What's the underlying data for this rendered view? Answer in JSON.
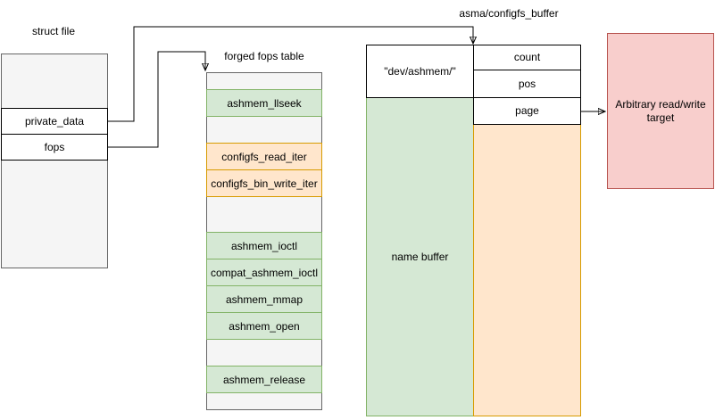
{
  "diagram": {
    "labels": {
      "struct_file": "struct file",
      "forged_fops_table": "forged fops table",
      "asma_configfs_buffer": "asma/configfs_buffer"
    },
    "struct_file_box": {
      "rows": [
        {
          "label": "",
          "type": "empty"
        },
        {
          "label": "private_data",
          "type": "field"
        },
        {
          "label": "fops",
          "type": "field"
        },
        {
          "label": "",
          "type": "empty"
        }
      ]
    },
    "fops_table": {
      "rows": [
        {
          "label": "",
          "color": "gray"
        },
        {
          "label": "ashmem_llseek",
          "color": "green"
        },
        {
          "label": "",
          "color": "gray"
        },
        {
          "label": "configfs_read_iter",
          "color": "orange"
        },
        {
          "label": "configfs_bin_write_iter",
          "color": "orange"
        },
        {
          "label": "",
          "color": "gray"
        },
        {
          "label": "ashmem_ioctl",
          "color": "green"
        },
        {
          "label": "compat_ashmem_ioctl",
          "color": "green"
        },
        {
          "label": "ashmem_mmap",
          "color": "green"
        },
        {
          "label": "ashmem_open",
          "color": "green"
        },
        {
          "label": "",
          "color": "gray"
        },
        {
          "label": "ashmem_release",
          "color": "green"
        },
        {
          "label": "",
          "color": "gray"
        }
      ]
    },
    "configfs_buffer": {
      "name_label": "\"dev/ashmem/\"",
      "fields": [
        "count",
        "pos",
        "page"
      ],
      "name_buffer_label": "name buffer"
    },
    "target_box": {
      "label": "Arbitrary read/write target"
    },
    "colors": {
      "green_fill": "#d5e8d4",
      "green_stroke": "#82b366",
      "orange_fill": "#ffe6cc",
      "orange_stroke": "#d79b00",
      "red_fill": "#f8cecc",
      "red_stroke": "#b85450",
      "gray_fill": "#f5f5f5",
      "gray_stroke": "#666666",
      "line": "#000000"
    }
  }
}
